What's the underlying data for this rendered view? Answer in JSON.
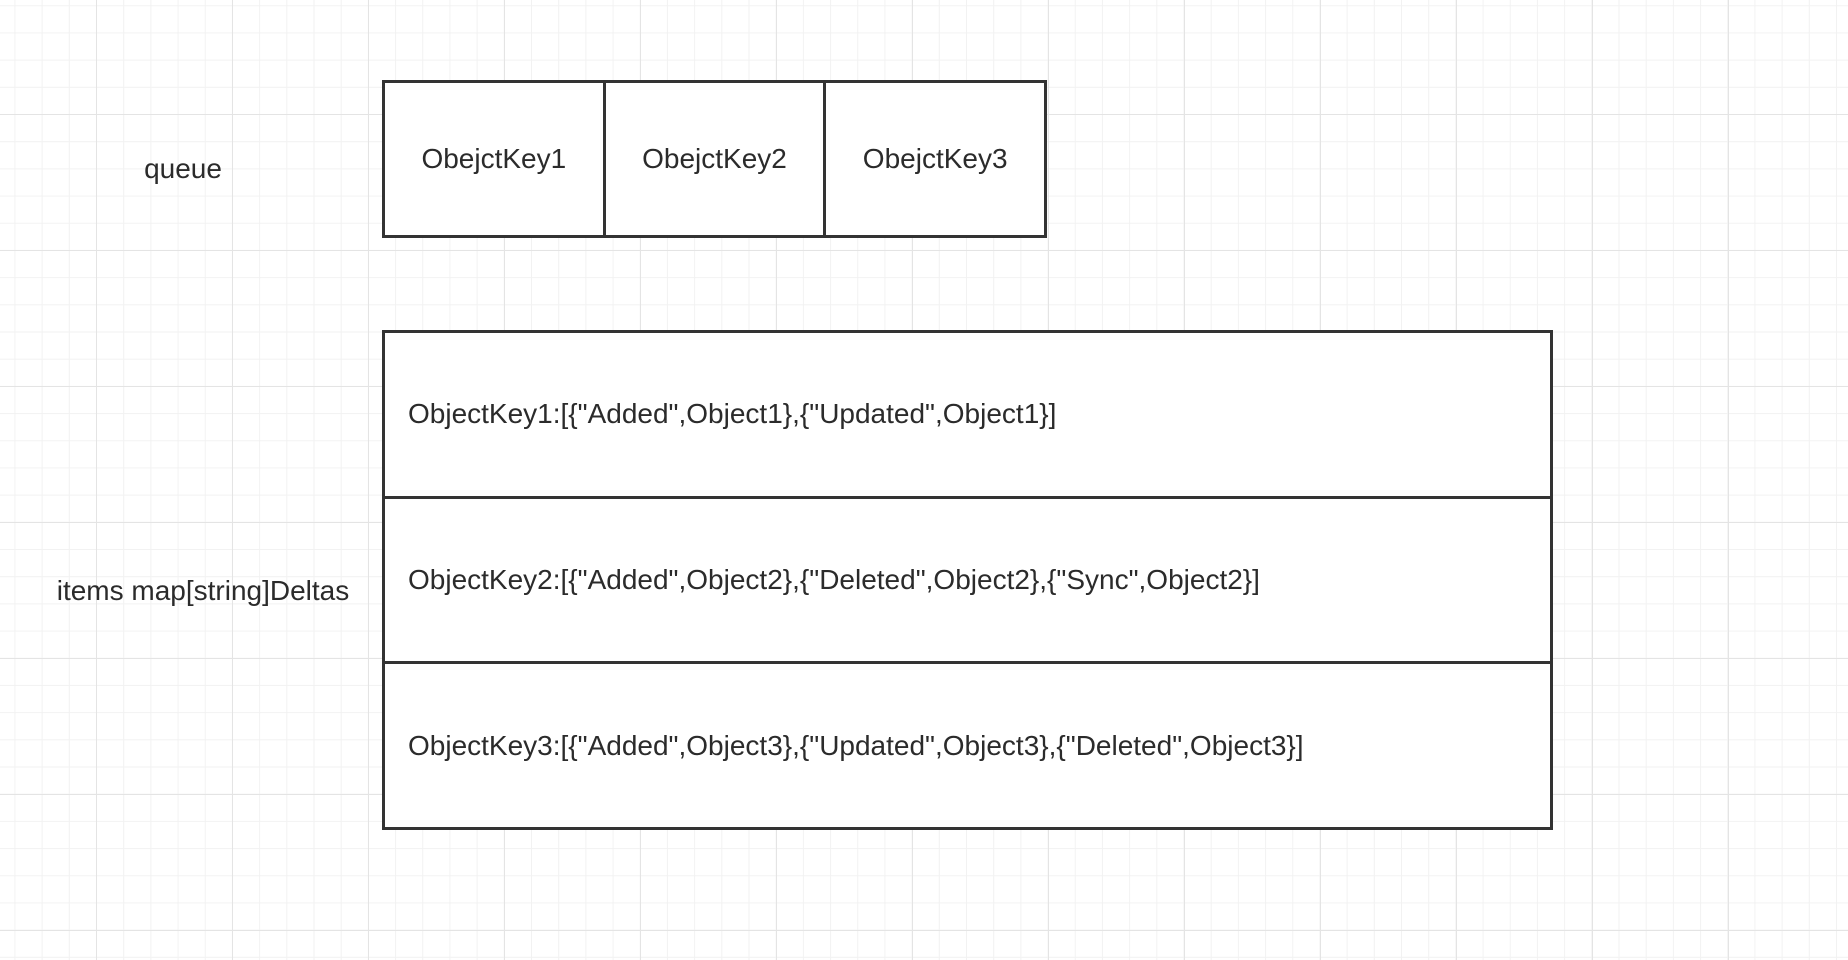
{
  "diagram": {
    "queue_label": "queue",
    "queue": [
      "ObejctKey1",
      "ObejctKey2",
      "ObejctKey3"
    ],
    "items_label": "items map[string]Deltas",
    "items": [
      "ObjectKey1:[{\"Added\",Object1},{\"Updated\",Object1}]",
      "ObjectKey2:[{\"Added\",Object2},{\"Deleted\",Object2},{\"Sync\",Object2}]",
      "ObjectKey3:[{\"Added\",Object3},{\"Updated\",Object3},{\"Deleted\",Object3}]"
    ]
  },
  "colors": {
    "stroke": "#333333",
    "text": "#2b2b2b",
    "grid_major": "#e4e4e4",
    "grid_minor": "#f2f2f2",
    "background": "#ffffff"
  }
}
